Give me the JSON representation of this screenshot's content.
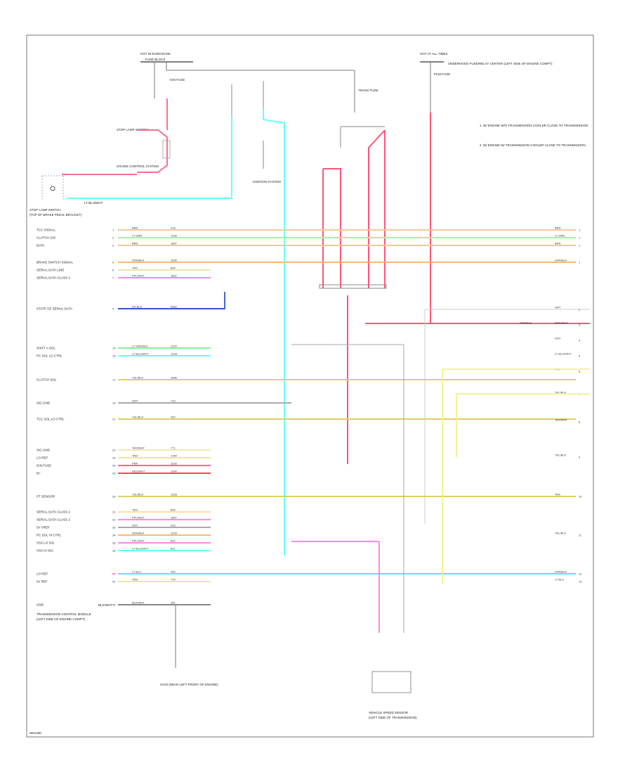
{
  "diagram": {
    "page_code": "W01496",
    "notes": [
      "1. W/ ENGINE W/O TRANSMISSION COOLER CLOSE TO TRANSMISSION",
      "2. W/ ENGINE W/ TRANSMISSION COOLER CLOSE TO TRANSMISSION"
    ],
    "top_labels": {
      "hot_run": "HOT IN RUN/CRANK",
      "bus": "FUSE BLOCK",
      "hot_at_all_times": "HOT AT ALL TIMES",
      "ign_fuse": "IGN FUSE",
      "trans_fuse": "TRANS FUSE",
      "pcm_fuse": "PCM FUSE",
      "underhood": "UNDERHOOD FUSE/RELAY CENTER (LEFT SIDE OF ENGINE COMPT)"
    },
    "brake_switch": {
      "title": "STOP LAMP SWITCH",
      "subtitle": "(TOP OF BRAKE PEDAL BRACKET)",
      "wire": "LT BLU/WHT",
      "conn1": "STOP LAMP SYSTEM",
      "conn2": "CRUISE CONTROL SYSTEM"
    },
    "pcm": {
      "title": "TRANSMISSION CONTROL MODULE",
      "location": "(LEFT SIDE OF ENGINE COMPT)",
      "ground_label": "GND",
      "ground_wire": "BLK/WHT",
      "ground_point": "G103 (NEAR LEFT FRONT OF ENGINE)"
    },
    "speed_sensor": {
      "title": "VEHICLE SPEED SENSOR",
      "location": "(LEFT SIDE OF TRANSMISSION)"
    },
    "ignition_note": "IGNITION SYSTEM",
    "pcm_pins": [
      {
        "label": "TCC SIGNAL",
        "wire": "BRN",
        "circuit": "418",
        "pin": "1",
        "right_label": "BRN",
        "right_num": "1"
      },
      {
        "label": "CLUTCH SIG",
        "wire": "LT GRN",
        "circuit": "1230",
        "pin": "2",
        "right_label": "LT GRN",
        "right_num": "1"
      },
      {
        "label": "DATA",
        "wire": "BRN",
        "circuit": "1807",
        "pin": "3",
        "right_label": "BRN",
        "right_num": "1"
      },
      {
        "label": "BRAKE SWITCH SIGNAL",
        "wire": "ORN/BLK",
        "circuit": "1695",
        "pin": "5",
        "right_label": "ORN/BLK",
        "right_num": "1"
      },
      {
        "label": "SERIAL DATA LINE",
        "wire": "TAN",
        "circuit": "800",
        "pin": "6"
      },
      {
        "label": "SERIAL DATA CLASS 2",
        "wire": "PPL/WHT",
        "circuit": "1807",
        "pin": "7"
      },
      {
        "label": "STATE OF SERIAL DATA",
        "wire": "DK BLU",
        "circuit": "5062",
        "pin": "9"
      },
      {
        "label": "SHIFT A SOL",
        "wire": "LT GRN/BLK",
        "circuit": "1222",
        "pin": "14"
      },
      {
        "label": "PC SOL LO CTRL",
        "wire": "LT BLU/WHT",
        "circuit": "1228",
        "pin": "15"
      },
      {
        "label": "CLUTCH SOL",
        "wire": "YEL/BLK",
        "circuit": "1686",
        "pin": "17"
      },
      {
        "label": "SIG GND",
        "wire": "GRY",
        "circuit": "719",
        "pin": "19"
      },
      {
        "label": "TCC SOL LO CTRL",
        "wire": "YEL/BLK",
        "circuit": "420",
        "pin": "21"
      },
      {
        "label": "SIG GND",
        "wire": "TAN/WHT",
        "circuit": "771",
        "pin": "23"
      },
      {
        "label": "LO REF",
        "wire": "TAN",
        "circuit": "1784",
        "pin": "24"
      },
      {
        "label": "IGN FUSE",
        "wire": "PNK",
        "circuit": "1020",
        "pin": "25"
      },
      {
        "label": "B+",
        "wire": "RED/WHT",
        "circuit": "1040",
        "pin": "26"
      },
      {
        "label": "PT SENSOR",
        "wire": "YEL/BLK",
        "circuit": "1228",
        "pin": "29"
      },
      {
        "label": "SERIAL DATA CLASS 2",
        "wire": "TAN",
        "circuit": "800",
        "pin": "31"
      },
      {
        "label": "SERIAL DATA CLASS 2",
        "wire": "PPL/WHT",
        "circuit": "1807",
        "pin": "32"
      },
      {
        "label": "5V VREF",
        "wire": "GRY",
        "circuit": "416",
        "pin": "33"
      },
      {
        "label": "PC SOL HI CTRL",
        "wire": "ORN/BLK",
        "circuit": "1229",
        "pin": "34"
      },
      {
        "label": "VSS LO SIG",
        "wire": "PPL/WHT",
        "circuit": "822",
        "pin": "35"
      },
      {
        "label": "VSS HI SIG",
        "wire": "LT BLU/WHT",
        "circuit": "821",
        "pin": "36"
      },
      {
        "label": "LO REF",
        "wire": "LT BLU",
        "circuit": "469",
        "pin": "40"
      },
      {
        "label": "5V REF",
        "wire": "TAN",
        "circuit": "770",
        "pin": "41"
      },
      {
        "label": "GND",
        "wire": "BLK/WHT",
        "circuit": "451",
        "pin": "44"
      }
    ],
    "right_side": [
      {
        "label": "GRY",
        "num": "2"
      },
      {
        "label": "RED/WHT",
        "extra": "ORN/BLK",
        "num": "3"
      },
      {
        "label": "GRY",
        "num": "4"
      },
      {
        "label": "LT BLU/WHT",
        "num": "5"
      },
      {
        "label": "TAN",
        "num": "6"
      },
      {
        "label": "YEL/BLK",
        "num": "7"
      },
      {
        "label": "TAN/WHT",
        "num": "8"
      },
      {
        "label": "YEL/BLK",
        "num": "9"
      },
      {
        "label": "TAN",
        "num": "10"
      },
      {
        "label": "YEL/BLK",
        "num": "11"
      },
      {
        "label": "ORN/BLK",
        "num": "12"
      },
      {
        "label": "LT BLU",
        "num": "13"
      }
    ]
  }
}
